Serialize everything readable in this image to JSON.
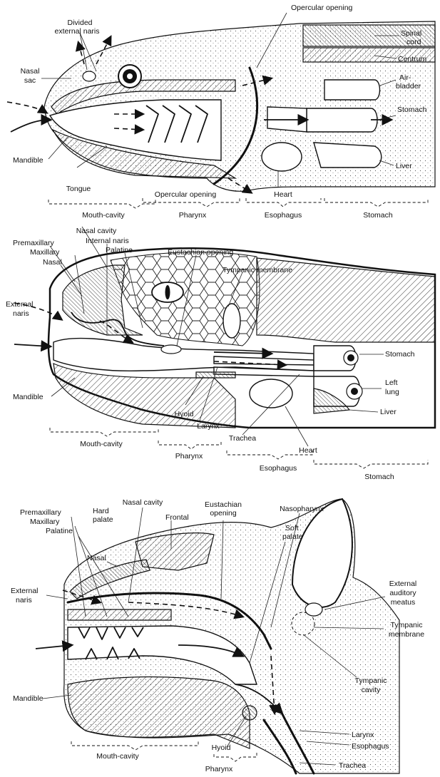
{
  "panels": {
    "fish": {
      "labels": {
        "divided_external_naris": [
          "Divided",
          "external naris"
        ],
        "nasal_sac": [
          "Nasal",
          "sac"
        ],
        "opercular_opening_top": "Opercular opening",
        "spinal_cord": [
          "Spinal",
          "cord"
        ],
        "centrum": "Centrum",
        "air_bladder": [
          "Air-",
          "bladder"
        ],
        "stomach": "Stomach",
        "liver": "Liver",
        "mandible": "Mandible",
        "tongue": "Tongue",
        "opercular_opening_bottom": "Opercular opening",
        "heart": "Heart",
        "mouth_cavity": "Mouth-cavity",
        "pharynx": "Pharynx",
        "esophagus": "Esophagus",
        "stomach_region": "Stomach"
      }
    },
    "reptile": {
      "labels": {
        "nasal_cavity": "Nasal cavity",
        "premaxillary": "Premaxillary",
        "internal_naris": "Internal naris",
        "maxillary": "Maxillary",
        "palatine": "Palatine",
        "nasal": "Nasal",
        "eustachian_opening": "Eustachian opening",
        "tympanic_membrane": "Tympanic membrane",
        "external_naris": [
          "External",
          "naris"
        ],
        "stomach": "Stomach",
        "left_lung": [
          "Left",
          "lung"
        ],
        "mandible": "Mandible",
        "liver": "Liver",
        "hyoid": "Hyoid",
        "larynx": "Larynx",
        "trachea": "Trachea",
        "mouth_cavity": "Mouth-cavity",
        "pharynx": "Pharynx",
        "heart": "Heart",
        "esophagus": "Esophagus",
        "stomach_region": "Stomach"
      }
    },
    "mammal": {
      "labels": {
        "nasal_cavity": "Nasal cavity",
        "eustachian_opening": [
          "Eustachian",
          "opening"
        ],
        "nasopharynx": "Nasopharynx",
        "premaxillary": "Premaxillary",
        "hard_palate": [
          "Hard",
          "palate"
        ],
        "maxillary": "Maxillary",
        "palatine": "Palatine",
        "frontal": "Frontal",
        "soft_palate": [
          "Soft",
          "palate"
        ],
        "nasal": "Nasal",
        "external_naris": [
          "External",
          "naris"
        ],
        "external_auditory_meatus": [
          "External",
          "auditory",
          "meatus"
        ],
        "tympanic_membrane": [
          "Tympanic",
          "membrane"
        ],
        "mandible": "Mandible",
        "tympanic_cavity": [
          "Tympanic",
          "cavity"
        ],
        "larynx": "Larynx",
        "mouth_cavity": "Mouth-cavity",
        "hyoid": "Hyoid",
        "esophagus": "Esophagus",
        "pharynx": "Pharynx",
        "trachea": "Trachea"
      }
    }
  }
}
